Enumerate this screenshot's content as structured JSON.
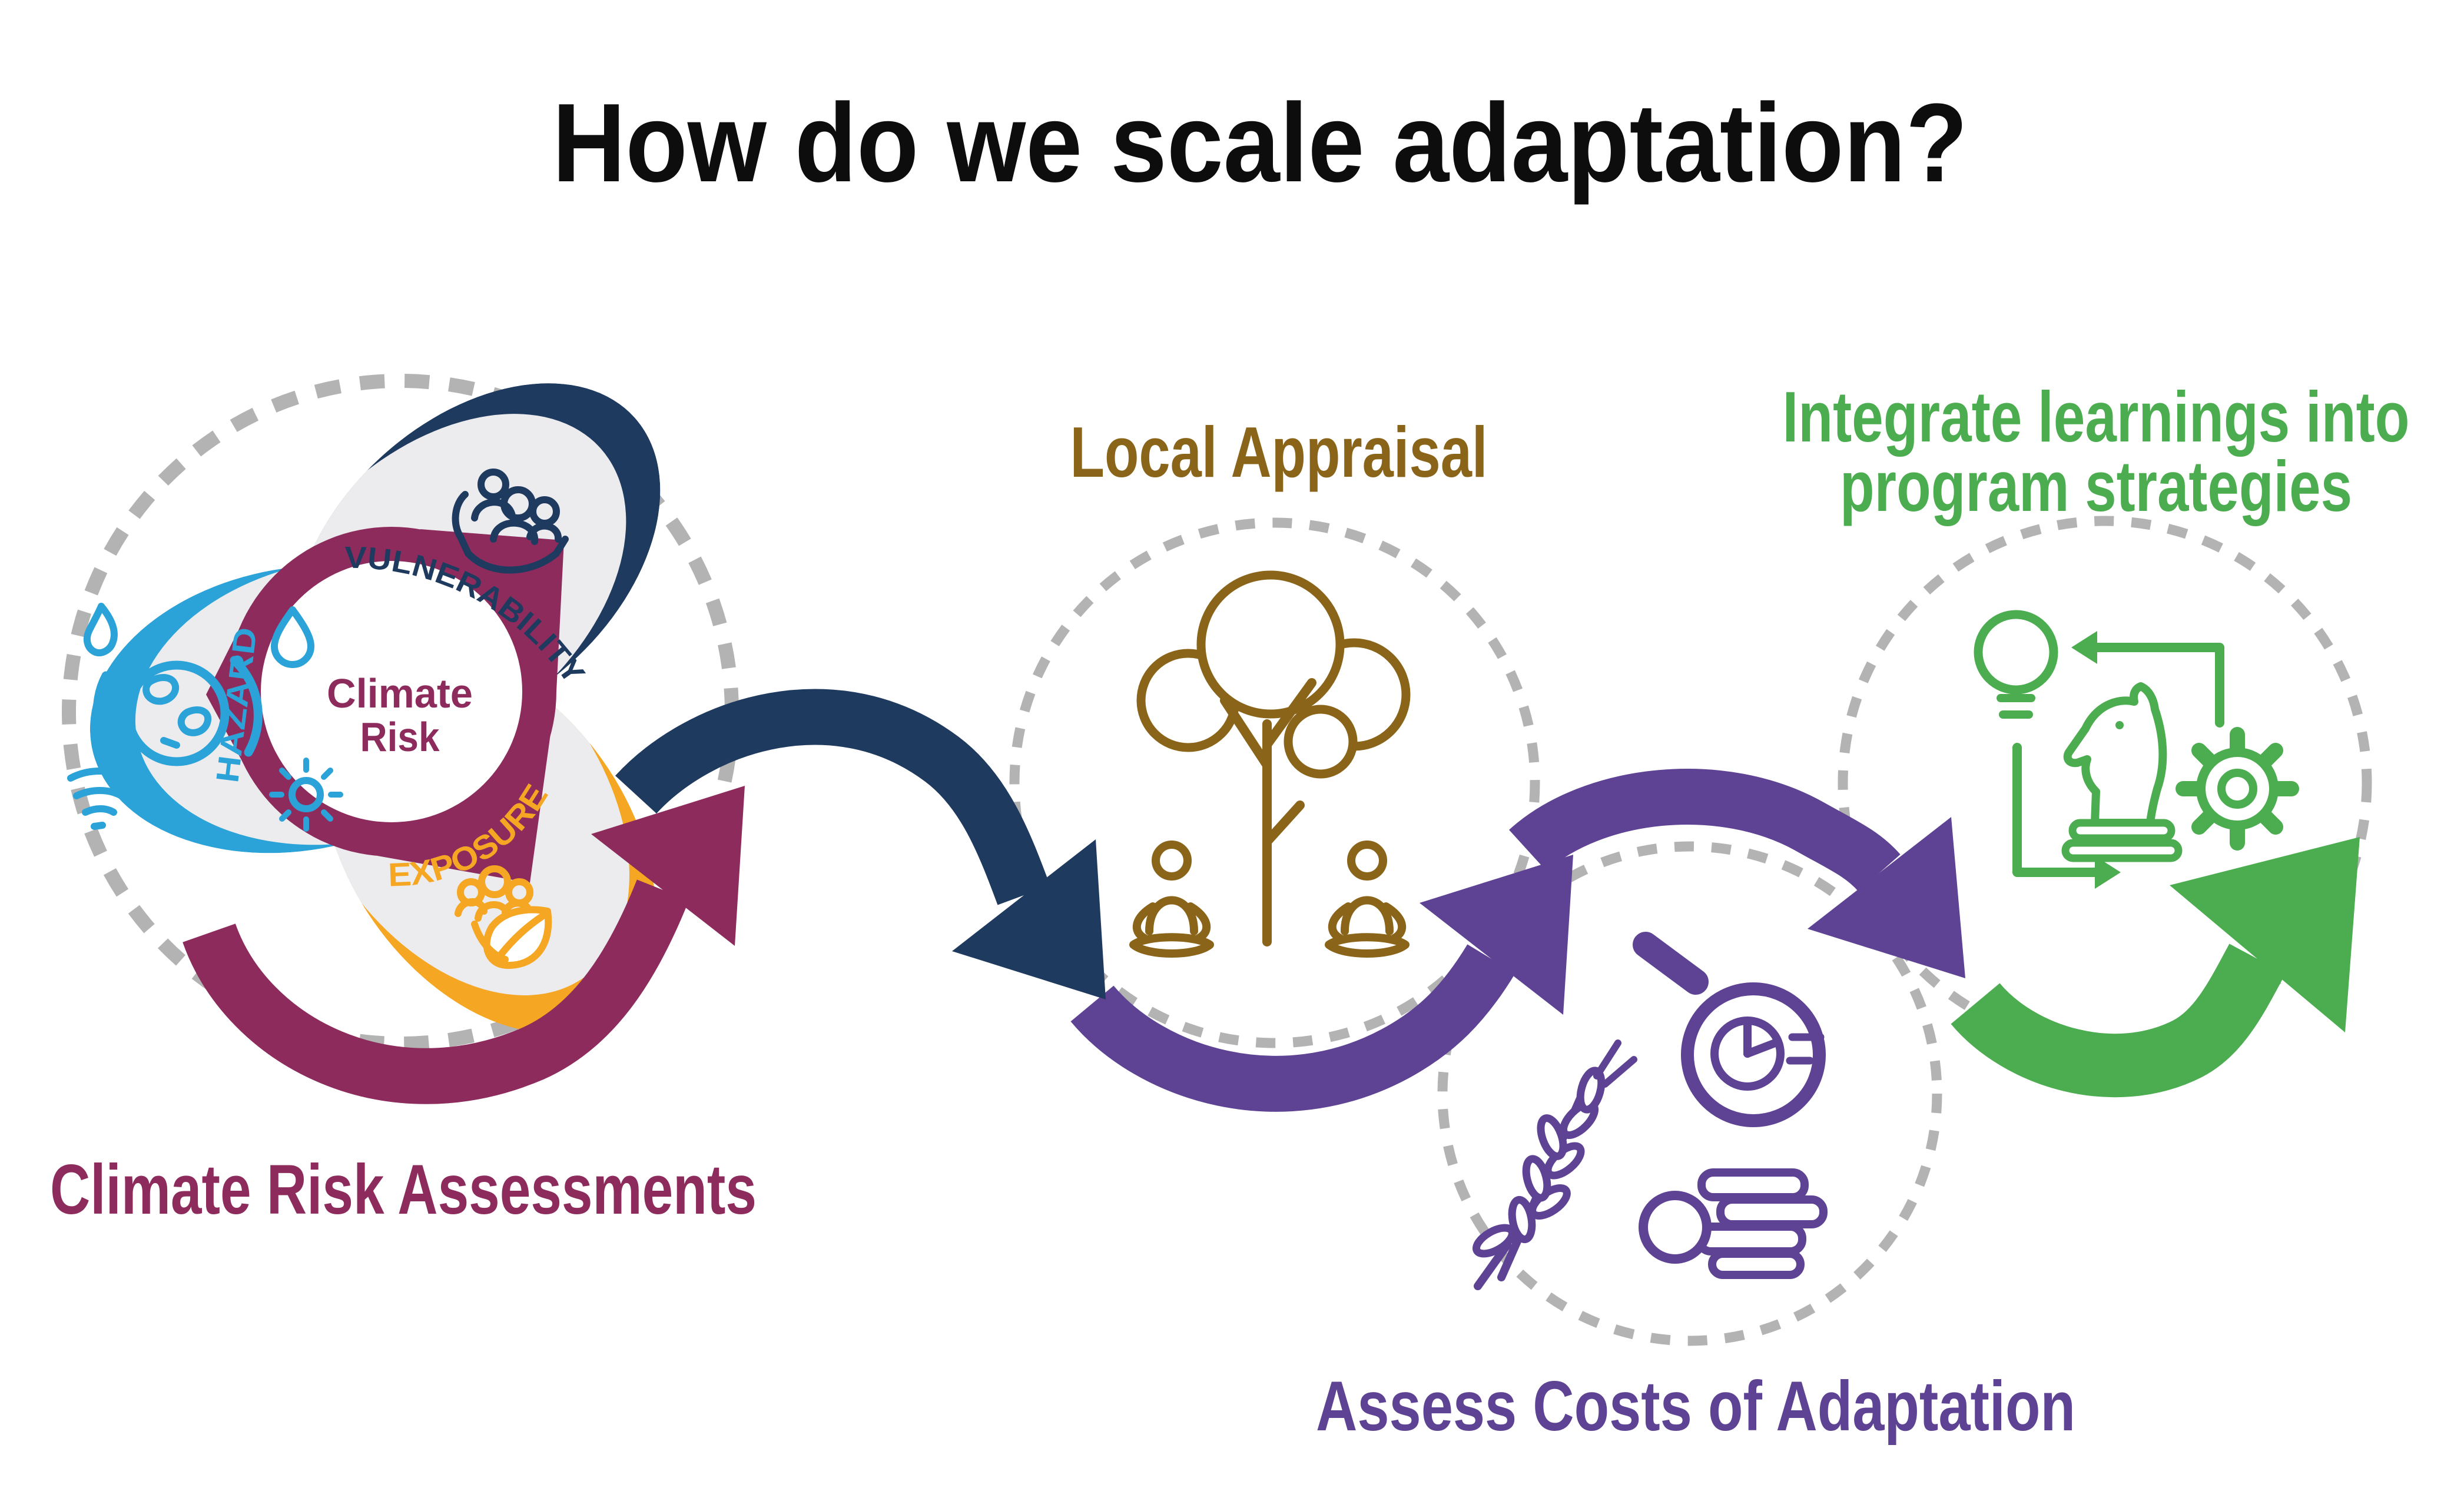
{
  "title": "How do we scale adaptation?",
  "palette": {
    "title_black": "#0D0D0D",
    "maroon": "#8D2B5D",
    "navy": "#1F3A5F",
    "purple": "#5E4294",
    "green": "#4BAD4F",
    "brown": "#8A6419",
    "orange": "#F5A623",
    "cyan": "#2BA3D8",
    "dash_gray": "#B3B3B3",
    "petal_gray": "#ECECEE"
  },
  "stage1": {
    "label": "Climate Risk Assessments",
    "venn": {
      "center_line1": "Climate",
      "center_line2": "Risk",
      "petals": [
        {
          "label": "HAZARD",
          "icon": "globe-climate-hazards-icon",
          "color": "#2BA3D8"
        },
        {
          "label": "VULNERABILITY",
          "icon": "people-in-hand-icon",
          "color": "#1F3A5F"
        },
        {
          "label": "EXPOSURE",
          "icon": "people-leaf-icon",
          "color": "#F5A623"
        }
      ]
    }
  },
  "stage2": {
    "label": "Local Appraisal",
    "icon": "tree-meditation-icon",
    "color": "#8A6419"
  },
  "stage3": {
    "label": "Assess Costs of Adaptation",
    "icons": [
      "wheat-icon",
      "magnifier-pie-chart-icon",
      "coins-icon"
    ],
    "color": "#5E4294"
  },
  "stage4": {
    "label_line1": "Integrate learnings into",
    "label_line2": "program strategies",
    "icons": [
      "lightbulb-icon",
      "chess-knight-icon",
      "gear-icon",
      "cycle-arrows-icon"
    ],
    "color": "#4BAD4F"
  }
}
